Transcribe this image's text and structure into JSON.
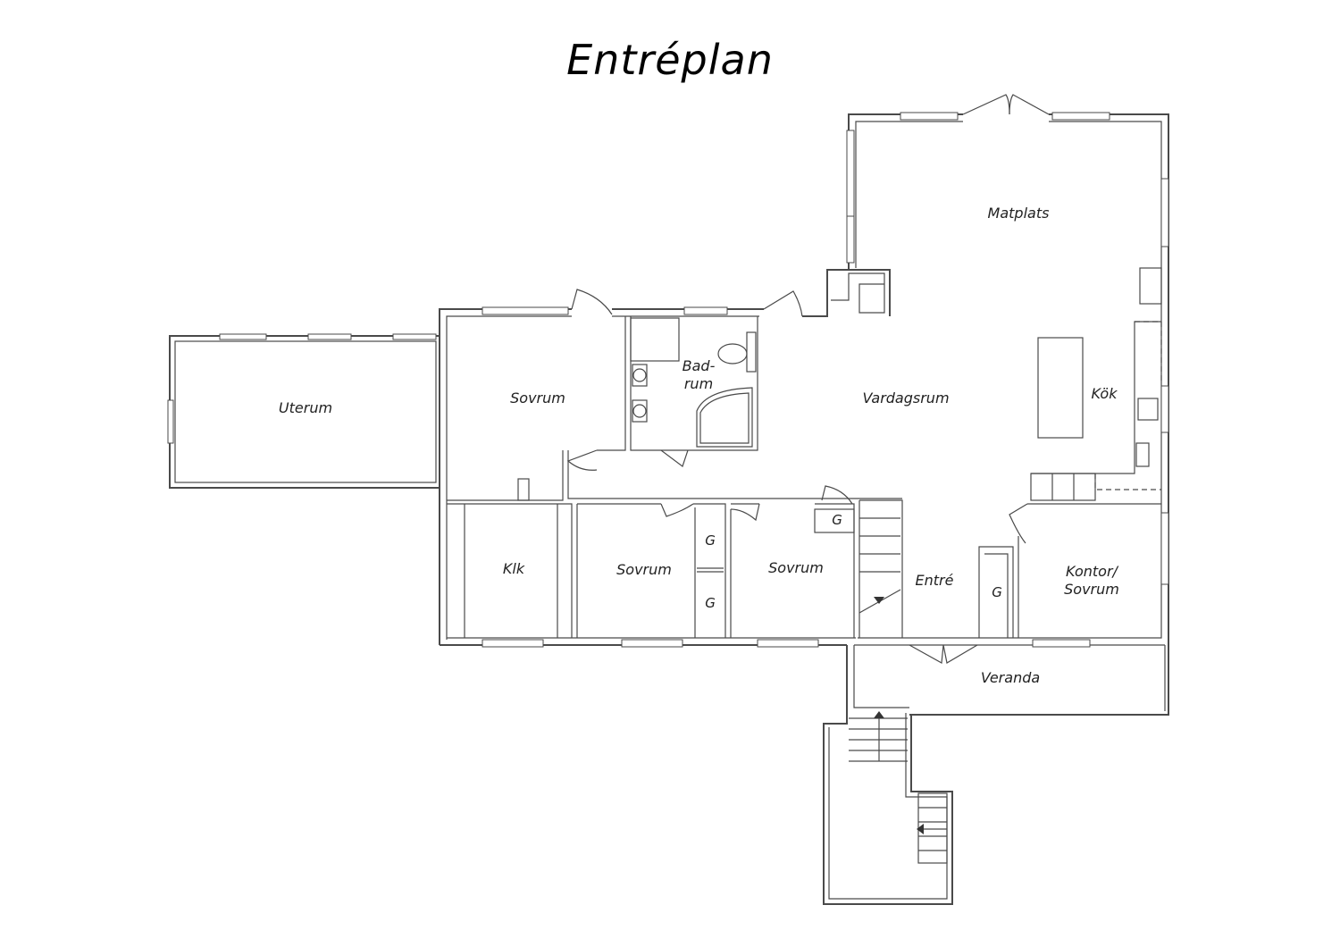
{
  "title": "Entréplan",
  "colors": {
    "line": "#4a4a4a",
    "text": "#222222",
    "background": "#ffffff"
  },
  "rooms": [
    {
      "id": "uterum",
      "lines": [
        "Uterum"
      ]
    },
    {
      "id": "sovrum-nw",
      "lines": [
        "Sovrum"
      ]
    },
    {
      "id": "badrum",
      "lines": [
        "Bad-",
        "rum"
      ]
    },
    {
      "id": "vardagsrum",
      "lines": [
        "Vardagsrum"
      ]
    },
    {
      "id": "matplats",
      "lines": [
        "Matplats"
      ]
    },
    {
      "id": "kok",
      "lines": [
        "Kök"
      ]
    },
    {
      "id": "klk",
      "lines": [
        "Klk"
      ]
    },
    {
      "id": "sovrum-s1",
      "lines": [
        "Sovrum"
      ]
    },
    {
      "id": "sovrum-s2",
      "lines": [
        "Sovrum"
      ]
    },
    {
      "id": "garderob-1",
      "lines": [
        "G"
      ]
    },
    {
      "id": "garderob-2",
      "lines": [
        "G"
      ]
    },
    {
      "id": "garderob-3",
      "lines": [
        "G"
      ]
    },
    {
      "id": "garderob-4",
      "lines": [
        "G"
      ]
    },
    {
      "id": "entre",
      "lines": [
        "Entré"
      ]
    },
    {
      "id": "kontor",
      "lines": [
        "Kontor/",
        "Sovrum"
      ]
    },
    {
      "id": "veranda",
      "lines": [
        "Veranda"
      ]
    }
  ]
}
